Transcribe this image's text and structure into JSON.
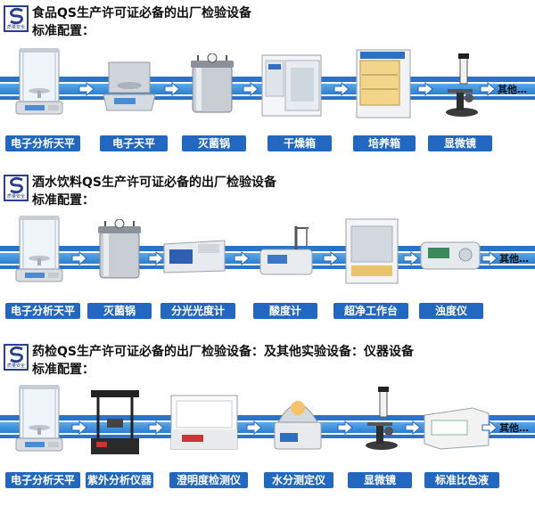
{
  "logo": {
    "text": "质量安全"
  },
  "more_text": "其他…",
  "sections": [
    {
      "title": "食品QS生产许可证必备的出厂检验设备",
      "subtitle": "标准配置：",
      "labels": [
        "电子分析天平",
        "电子天平",
        "灭菌锅",
        "干燥箱",
        "培养箱",
        "显微镜"
      ],
      "devices": [
        "analytical-balance-device",
        "electronic-balance-device",
        "autoclave-device",
        "drying-oven-device",
        "incubator-device",
        "microscope-device"
      ]
    },
    {
      "title": "酒水饮料QS生产许可证必备的出厂检验设备",
      "subtitle": "标准配置：",
      "labels": [
        "电子分析天平",
        "灭菌锅",
        "分光光度计",
        "酸度计",
        "超净工作台",
        "浊度仪"
      ],
      "devices": [
        "analytical-balance-device",
        "autoclave-device",
        "spectrophotometer-device",
        "ph-meter-device",
        "clean-bench-device",
        "turbidimeter-device"
      ]
    },
    {
      "title": "药检QS生产许可证必备的出厂检验设备：及其他实验设备：仪器设备",
      "subtitle": "标准配置：",
      "labels": [
        "电子分析天平",
        "紫外分析仪器",
        "澄明度检测仪",
        "水分测定仪",
        "显微镜",
        "标准比色液"
      ],
      "devices": [
        "analytical-balance-device",
        "uv-analyzer-device",
        "clarity-tester-device",
        "moisture-analyzer-device",
        "microscope-device",
        "color-standard-box-device"
      ]
    }
  ],
  "colors": {
    "label_bg": "#2268c0",
    "stripe": "#2b73c8",
    "logo": "#2a3f8f"
  }
}
